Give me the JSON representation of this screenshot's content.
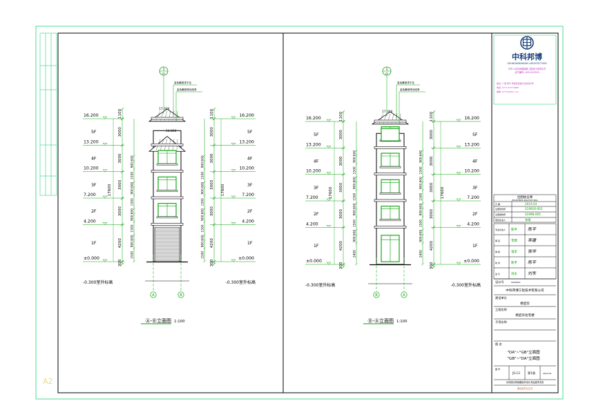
{
  "sheet": {
    "size_label": "A2"
  },
  "drawings": [
    {
      "title": "Ⓐ-Ⓑ立面图",
      "scale": "1:100",
      "grid_start": "A",
      "grid_end": "B",
      "detail_callout": {
        "num": "1",
        "sheet": "JS"
      },
      "notes": [
        "金色氟碳漆平瓦",
        "金色氟碳喷涂线条"
      ],
      "ridge_label": "17.300",
      "eave_label": "14.850",
      "total_height": "17600",
      "floors": [
        "1F",
        "2F",
        "3F",
        "4F",
        "5F"
      ],
      "level_labels": [
        "±0.000",
        "4.200",
        "7.200",
        "10.200",
        "13.200",
        "16.200"
      ],
      "ground_label": "-0.300室外标高",
      "dims_outer": [
        "300",
        "4200",
        "3000",
        "3000",
        "3000",
        "3000",
        "1100"
      ],
      "dims_inner": [
        "1500",
        "900",
        "600",
        "1500",
        "900",
        "600",
        "1500",
        "900",
        "600",
        "1500",
        "900",
        "600"
      ]
    },
    {
      "title": "Ⓑ-Ⓐ立面图",
      "scale": "1:100",
      "grid_start": "B",
      "grid_end": "A",
      "detail_callout": {
        "num": "1",
        "sheet": "JS"
      },
      "notes": [
        "金色氟碳漆平瓦",
        "金色氟碳喷涂线条"
      ],
      "ridge_label": "17.300",
      "eave_label": "",
      "total_height": "17600",
      "floors": [
        "1F",
        "2F",
        "3F",
        "4F",
        "5F"
      ],
      "level_labels": [
        "±0.000",
        "4.200",
        "7.200",
        "10.200",
        "13.200",
        "16.200"
      ],
      "ground_label": "-0.300室外标高",
      "dims_outer": [
        "300",
        "4200",
        "3000",
        "3000",
        "3000",
        "3000",
        "1100"
      ],
      "dims_inner": [
        "2400",
        "900",
        "600",
        "1500",
        "900",
        "600",
        "1500",
        "900",
        "600",
        "1500",
        "900",
        "600"
      ]
    }
  ],
  "title_block": {
    "company_logo": "中科邦博",
    "company_logo_sub": "ZHONGKEBANGBO ARCHITECTURE",
    "company_info": [
      "中华人民共和国建筑工程设计资质证书",
      "证书编号: A251007803"
    ],
    "contact": [
      "地址: 广西·南宁·青秀区民族大道中段3号",
      "电话: 0771-87771888",
      "邮箱: 0771@163.com"
    ],
    "seal_header": "出图执业章",
    "seal_header_en": "REGISTERED PRACTICE SEAL",
    "seal_rows": [
      {
        "label": "日 期",
        "value": "2019.03"
      },
      {
        "label": "注册建筑师",
        "value": "S19926-002"
      },
      {
        "label": "注册结构师",
        "value": "S1998-005"
      },
      {
        "label": "项目负责人",
        "value": "李建"
      }
    ],
    "sign_rows": [
      {
        "label": "专业负责人",
        "value": "陈平"
      },
      {
        "label": "审 定",
        "value": "李建"
      },
      {
        "label": "审 核",
        "value": "张华"
      },
      {
        "label": "校 对",
        "value": "陈平"
      },
      {
        "label": "设 计",
        "value": "刘东"
      }
    ],
    "design_no_label": "设计号",
    "design_no": "0000000",
    "firm_name": "中科邦博工程技术有限公司",
    "client_label": "建设单位",
    "client": "杨启华",
    "project_label": "工程名称",
    "project": "杨启华住宅楼",
    "subproject_label": "子项名称",
    "drawing_name_label": "图 名",
    "drawing_name": [
      "\"DA\"~\"GB\"立面图",
      "\"GB\"~\"DA\"立面图"
    ],
    "drawing_no_label": "图 号",
    "drawing_no": "JS-13",
    "version": "第1版",
    "date": "2019.03",
    "footer": "请勿按比例量图纸本设计未经盖章无效",
    "footer2": "图纸盖章后生效"
  }
}
